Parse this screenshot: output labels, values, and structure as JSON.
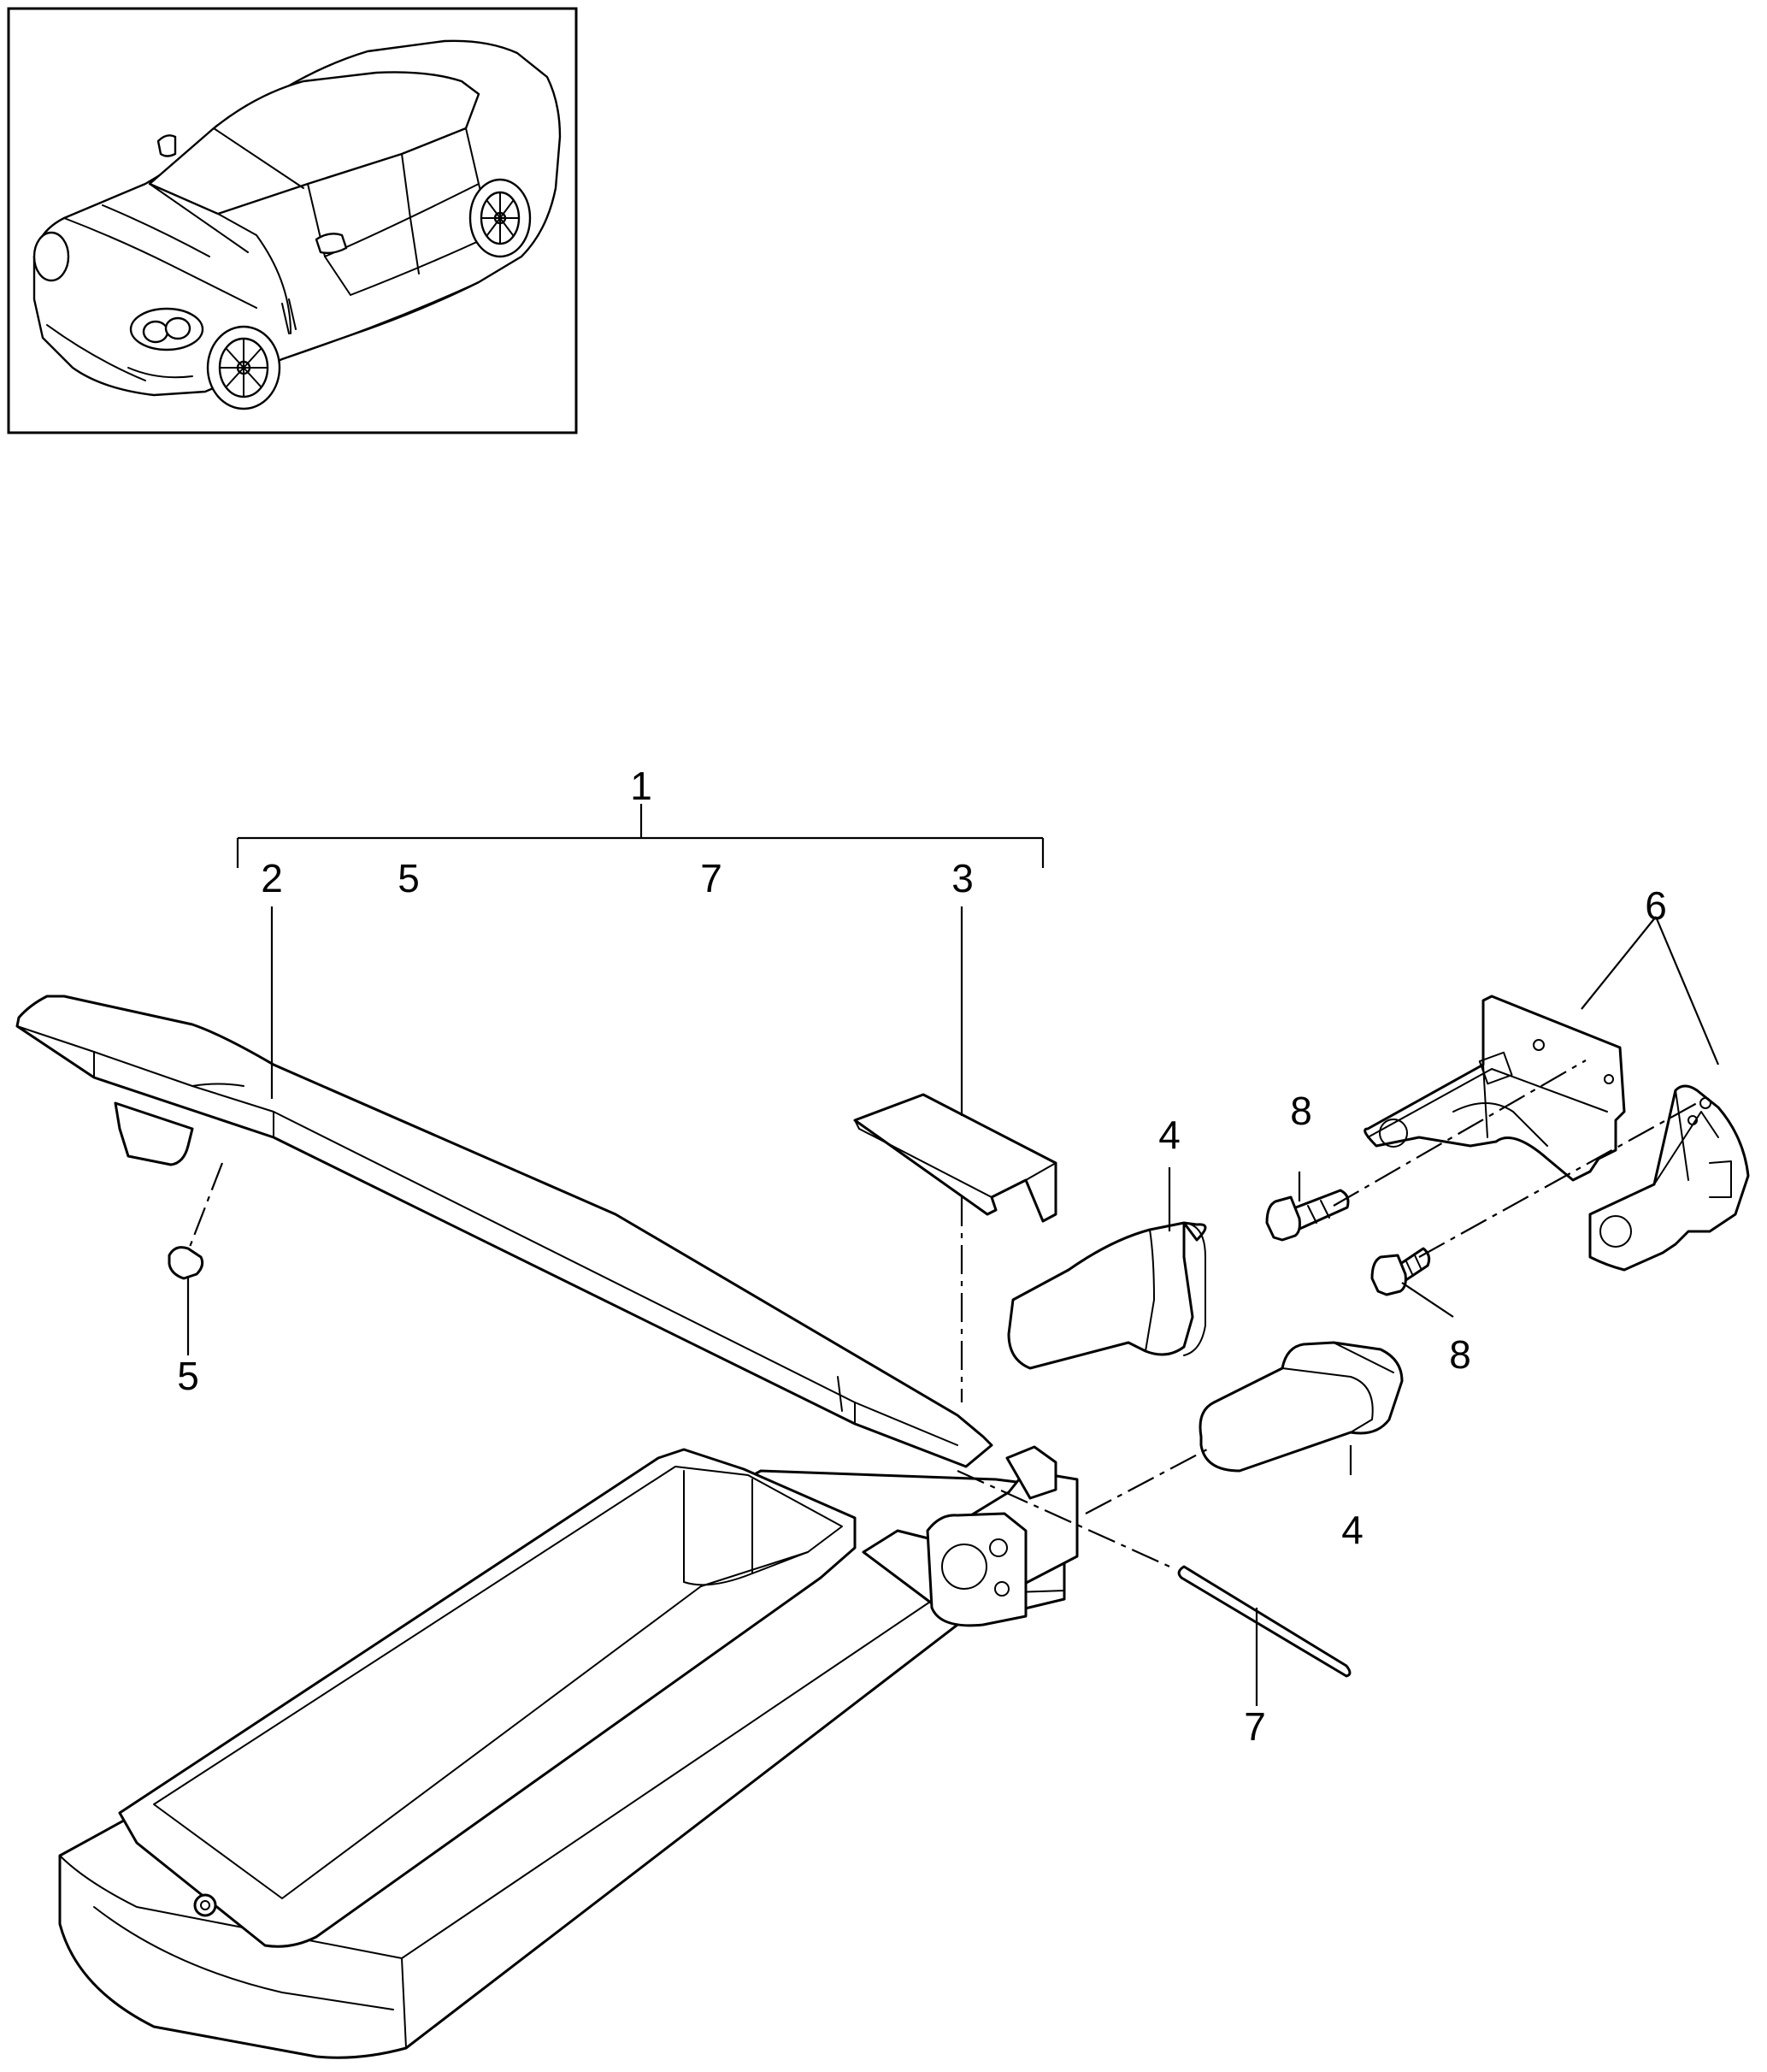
{
  "diagram": {
    "callouts": {
      "c1": "1",
      "c2": "2",
      "c3": "3",
      "c4a": "4",
      "c4b": "4",
      "c5a": "5",
      "c5b": "5",
      "c6": "6",
      "c7a": "7",
      "c7b": "7",
      "c8a": "8",
      "c8b": "8"
    }
  }
}
